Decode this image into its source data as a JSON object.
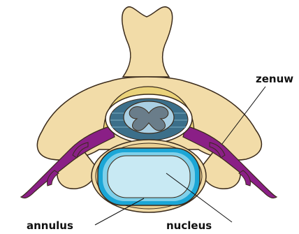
{
  "labels": {
    "nerve": "zenuw",
    "annulus": "annulus",
    "nucleus": "nucleus"
  },
  "colors": {
    "bone": "#f2dca8",
    "bone_shade": "#e9cf93",
    "outline": "#3a2a1a",
    "nerve": "#8a1f86",
    "disc_ring_outer": "#1ba6d6",
    "disc_ring_inner": "#7fd0ea",
    "nucleus": "#c8e9f3",
    "ligament": "#ead27a",
    "canal_fluid": "#3c6f8a",
    "cord": "#a9cfe3",
    "gray_matter": "#6a7d8a",
    "background": "#ffffff"
  }
}
